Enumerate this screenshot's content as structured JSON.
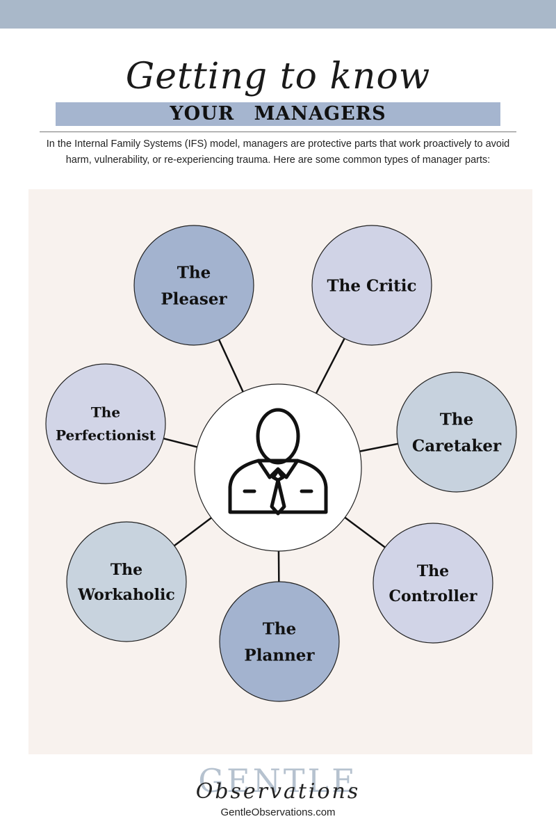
{
  "header": {
    "script_title": "Getting to know",
    "subtitle": "YOUR MANAGERS",
    "band_color": "#a9b8c9"
  },
  "intro": "In the Internal Family Systems (IFS) model, managers are protective parts that work proactively to avoid harm, vulnerability, or re-experiencing trauma. Here are some common types of manager parts:",
  "diagram": {
    "center_icon": "person-with-tie-icon",
    "nodes": [
      {
        "lines": [
          "The",
          "Pleaser"
        ],
        "color": "#a3b3cf"
      },
      {
        "lines": [
          "The Critic"
        ],
        "color": "#d0d3e6"
      },
      {
        "lines": [
          "The",
          "Perfectionist"
        ],
        "color": "#d2d5e7"
      },
      {
        "lines": [
          "The",
          "Caretaker"
        ],
        "color": "#c7d2de"
      },
      {
        "lines": [
          "The",
          "Workaholic"
        ],
        "color": "#c8d3de"
      },
      {
        "lines": [
          "The",
          "Controller"
        ],
        "color": "#d1d4e7"
      },
      {
        "lines": [
          "The",
          "Planner"
        ],
        "color": "#a3b3cf"
      }
    ]
  },
  "footer": {
    "logo_text": "GENTLE",
    "logo_script": "Observations",
    "website": "GentleObservations.com"
  }
}
